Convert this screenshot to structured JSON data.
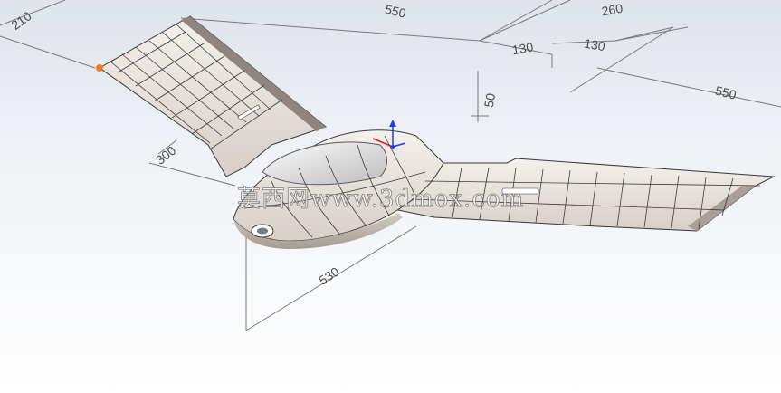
{
  "dimensions": {
    "wingspan_top": "550",
    "tip_chord": "260",
    "inner_offset_left": "130",
    "inner_offset_right": "130",
    "right_span": "550",
    "height": "50",
    "root_chord_left": "210",
    "left_chord": "300",
    "fuselage_length": "530"
  },
  "watermark": "莫西网www.3dmox.com",
  "colors": {
    "background_top": "#dfe4ea",
    "background_bottom": "#ffffff",
    "skin": "#e8e2dc",
    "skin_shadow": "#b5aca5",
    "panel_lines": "#3a3a3a",
    "dimension_lines": "#7a7a7a",
    "axis_triad_y": "#1a3cff",
    "axis_triad_x": "#d42020",
    "point_marker": "#ef7d22"
  }
}
